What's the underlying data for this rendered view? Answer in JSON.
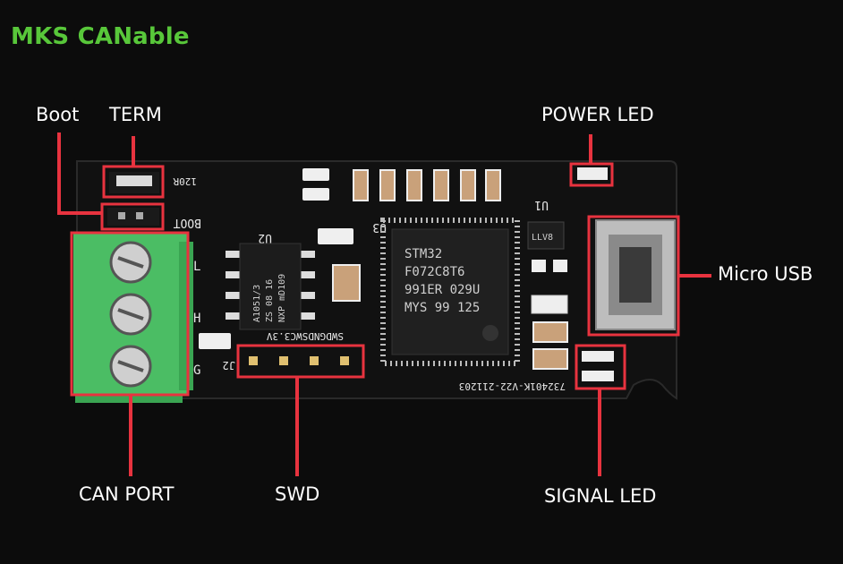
{
  "title": "MKS CANable",
  "callouts": {
    "boot": "Boot",
    "term": "TERM",
    "power_led": "POWER LED",
    "micro_usb": "Micro USB",
    "can_port": "CAN PORT",
    "swd": "SWD",
    "signal_led": "SIGNAL LED"
  },
  "silkscreen": {
    "boot": "BOOT",
    "term": "120R",
    "u1": "U1",
    "u2": "U2",
    "u3": "U3",
    "j2": "J2",
    "swd_pins": "SWDGNDSWC3.3V",
    "bottom_code": "732401K-V22-211203",
    "can_l": "L",
    "can_h": "H",
    "can_g": "G"
  },
  "chips": {
    "mcu_lines": [
      "STM32",
      "F072C8T6",
      "991ER 029U",
      "MYS 99 125"
    ],
    "transceiver_lines": [
      "A1051/3",
      "ZS 08 16",
      "NXP mD109"
    ],
    "regulator": "LLV8"
  },
  "colors": {
    "title": "#58c73a",
    "callout_box": "#e8333f",
    "pcb": "#101010",
    "terminal": "#4bbd64"
  }
}
